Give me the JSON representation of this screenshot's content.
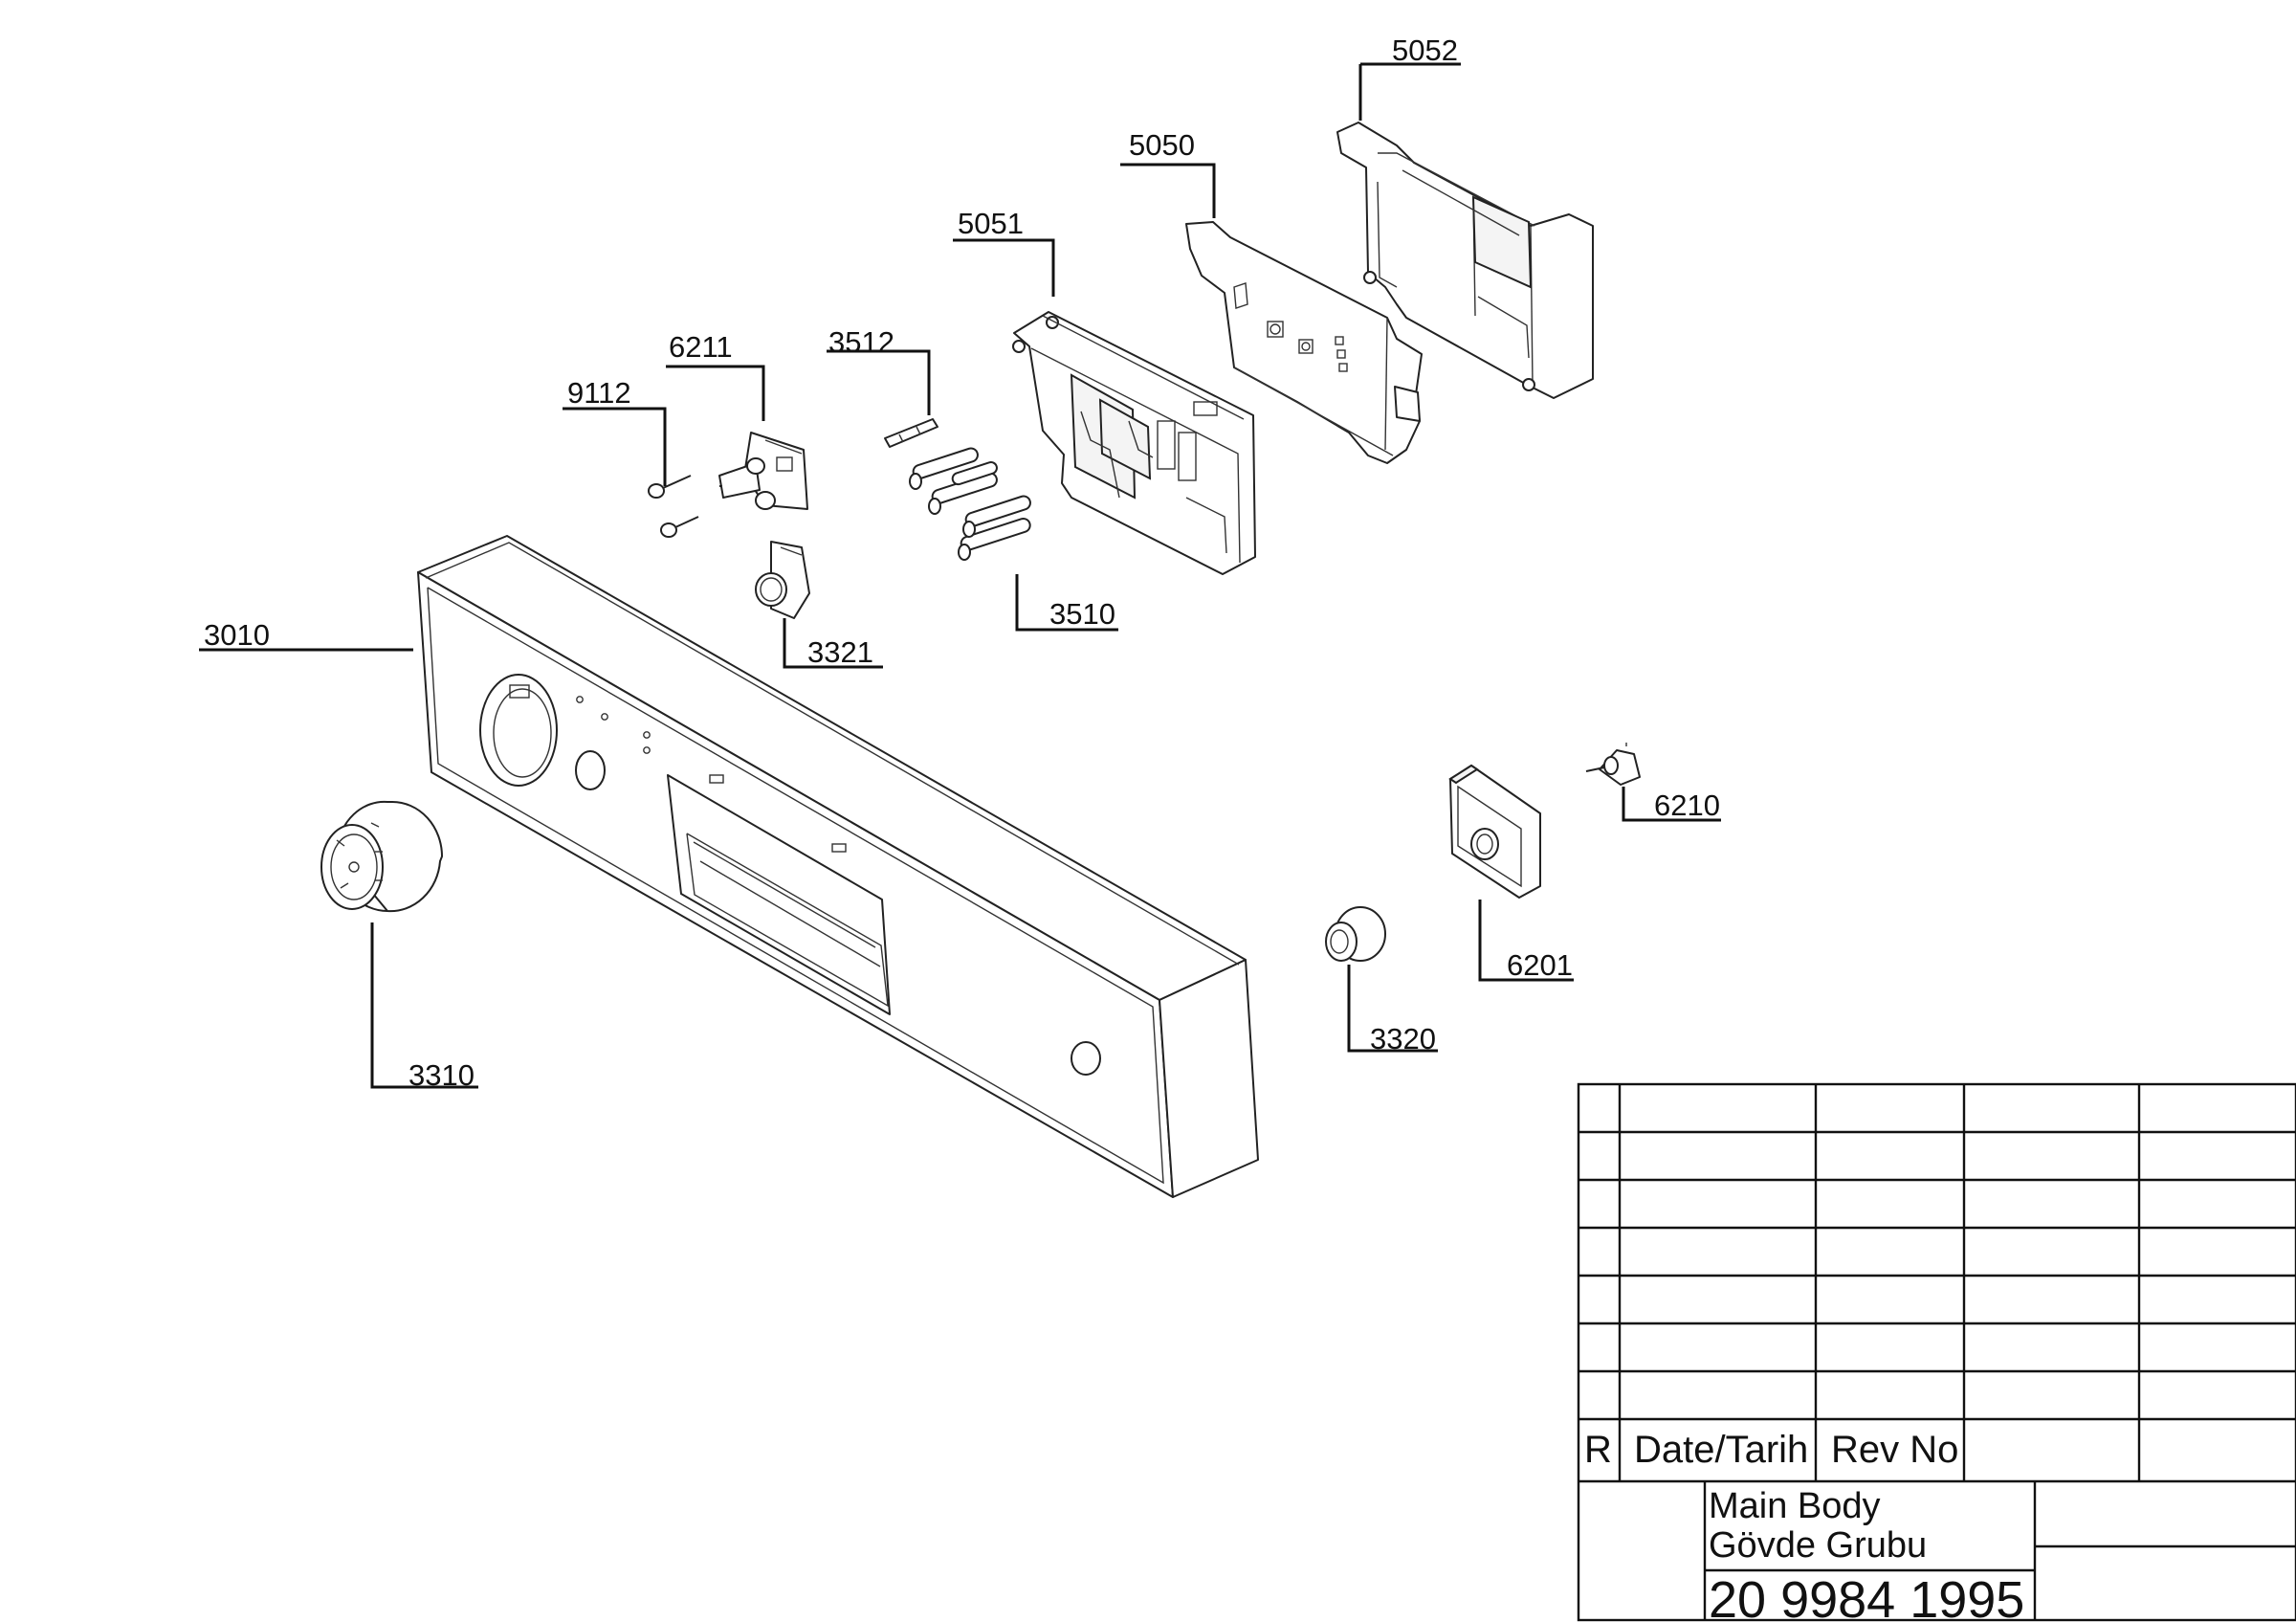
{
  "callouts": {
    "c3010": "3010",
    "c3310": "3310",
    "c9112": "9112",
    "c6211": "6211",
    "c3512": "3512",
    "c5051": "5051",
    "c5050": "5050",
    "c5052": "5052",
    "c3321": "3321",
    "c3510": "3510",
    "c6210": "6210",
    "c6201": "6201",
    "c3320": "3320"
  },
  "title_block": {
    "rev_col_r": "R",
    "rev_col_date": "Date/Tarih",
    "rev_col_rev": "Rev No",
    "title_en": "Main Body",
    "title_tr": "Gövde Grubu",
    "drawing_number": "20 9984 1995"
  }
}
